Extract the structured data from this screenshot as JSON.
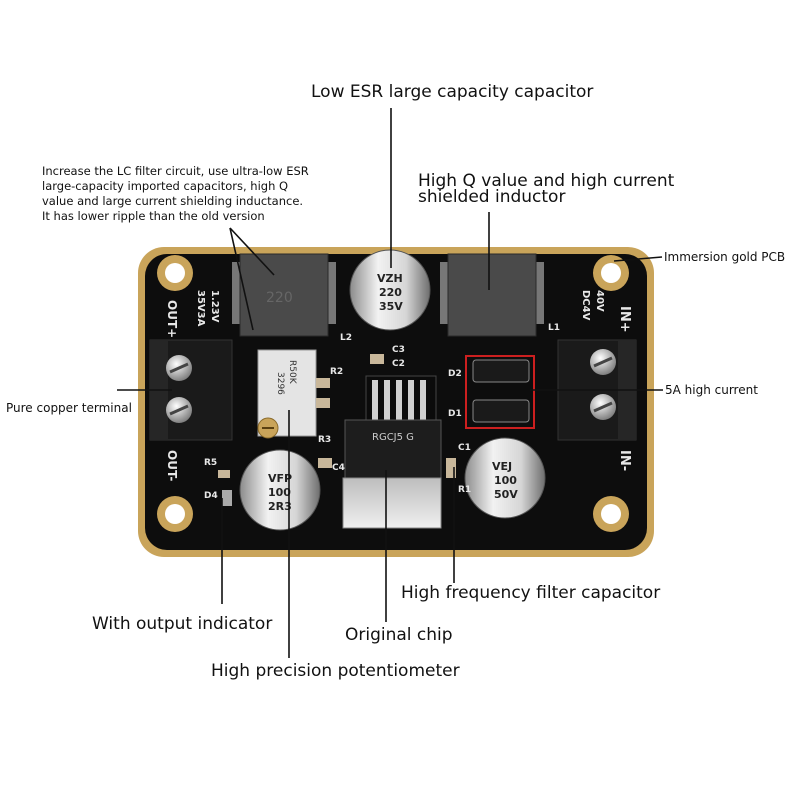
{
  "callouts": {
    "low_esr": "Low ESR large capacity capacitor",
    "lc_filter_lines": [
      "Increase the LC filter circuit, use ultra-low ESR",
      " large-capacity imported capacitors, high Q",
      "value and large current shielding inductance.",
      "It has lower ripple than the old version"
    ],
    "high_q_line1": "High Q value and high current",
    "high_q_line2": "shielded inductor",
    "immersion_gold": "Immersion gold PCB",
    "five_a": "5A high current",
    "copper_terminal": "Pure copper terminal",
    "hf_filter_cap": "High frequency filter capacitor",
    "output_indicator": "With output indicator",
    "original_chip": "Original chip",
    "potentiometer": "High precision potentiometer"
  },
  "board": {
    "colors": {
      "pcb": "#0d0d0d",
      "gold_edge": "#c9a45a",
      "inductor": "#4a4a4a",
      "capacitor": "#d9d9d9",
      "highlight_box": "#cc1f1f"
    },
    "silkscreen": {
      "out_plus": "OUT+",
      "out_minus": "OUT-",
      "in_plus": "IN+",
      "in_minus": "IN-",
      "out_spec": "1.23V",
      "out_spec2": "35V3A",
      "in_spec": "DC4V",
      "in_spec2": "40V",
      "l2": "L2",
      "l1": "L1",
      "c3": "C3",
      "c2": "C2",
      "c4": "C4",
      "c1": "C1",
      "r2": "R2",
      "r3": "R3",
      "r5": "R5",
      "d4": "D4",
      "d1": "D1",
      "d2": "D2",
      "r1": "R1",
      "cap_top_1": "VZH",
      "cap_top_2": "220",
      "cap_top_3": "35V",
      "cap_right_1": "VEJ",
      "cap_right_2": "100",
      "cap_right_3": "50V",
      "cap_left_1": "VFP",
      "cap_left_2": "100",
      "cap_left_3": "2R3",
      "pot_1": "R50K",
      "pot_2": "3296",
      "chip": "RGCJ5 G",
      "inductor_l2": "220"
    }
  }
}
